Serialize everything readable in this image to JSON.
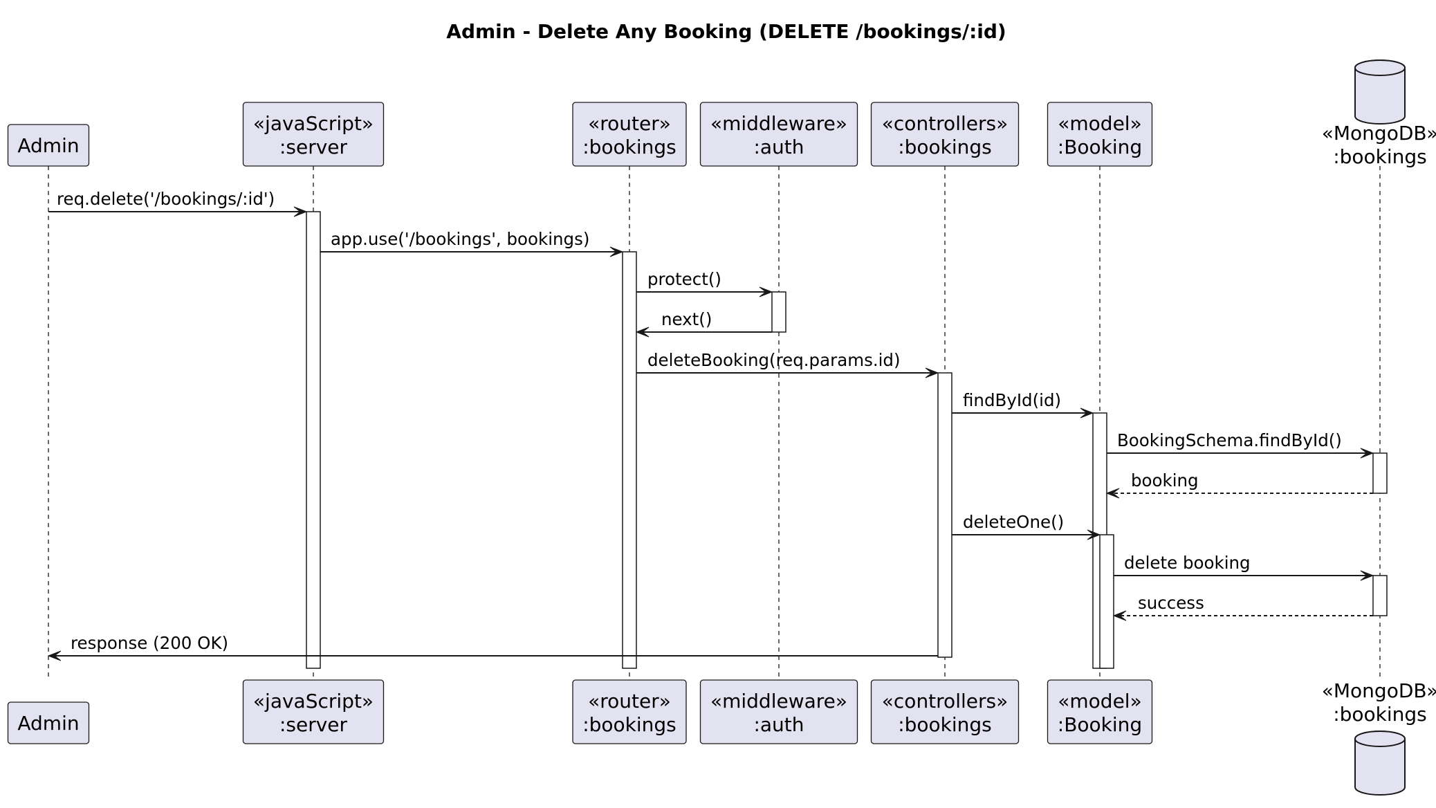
{
  "title": "Admin - Delete Any Booking (DELETE /bookings/:id)",
  "participants": [
    {
      "id": "admin",
      "kind": "box",
      "lines": [
        "Admin"
      ]
    },
    {
      "id": "server",
      "kind": "box",
      "lines": [
        "«javaScript»",
        ":server"
      ]
    },
    {
      "id": "router",
      "kind": "box",
      "lines": [
        "«router»",
        ":bookings"
      ]
    },
    {
      "id": "auth",
      "kind": "box",
      "lines": [
        "«middleware»",
        ":auth"
      ]
    },
    {
      "id": "controller",
      "kind": "box",
      "lines": [
        "«controllers»",
        ":bookings"
      ]
    },
    {
      "id": "model",
      "kind": "box",
      "lines": [
        "«model»",
        ":Booking"
      ]
    },
    {
      "id": "mongo",
      "kind": "database",
      "lines": [
        "«MongoDB»",
        ":bookings"
      ]
    }
  ],
  "messages": [
    {
      "from": "admin",
      "to": "server",
      "label": "req.delete('/bookings/:id')",
      "type": "sync"
    },
    {
      "from": "server",
      "to": "router",
      "label": "app.use('/bookings', bookings)",
      "type": "sync"
    },
    {
      "from": "router",
      "to": "auth",
      "label": "protect()",
      "type": "sync"
    },
    {
      "from": "auth",
      "to": "router",
      "label": "next()",
      "type": "sync"
    },
    {
      "from": "router",
      "to": "controller",
      "label": "deleteBooking(req.params.id)",
      "type": "sync"
    },
    {
      "from": "controller",
      "to": "model",
      "label": "findById(id)",
      "type": "sync"
    },
    {
      "from": "model",
      "to": "mongo",
      "label": "BookingSchema.findById()",
      "type": "sync"
    },
    {
      "from": "mongo",
      "to": "model",
      "label": "booking",
      "type": "return"
    },
    {
      "from": "controller",
      "to": "model",
      "label": "deleteOne()",
      "type": "sync"
    },
    {
      "from": "model",
      "to": "mongo",
      "label": "delete booking",
      "type": "sync"
    },
    {
      "from": "mongo",
      "to": "model",
      "label": "success",
      "type": "return"
    },
    {
      "from": "controller",
      "to": "admin",
      "label": "response (200 OK)",
      "type": "sync"
    }
  ]
}
